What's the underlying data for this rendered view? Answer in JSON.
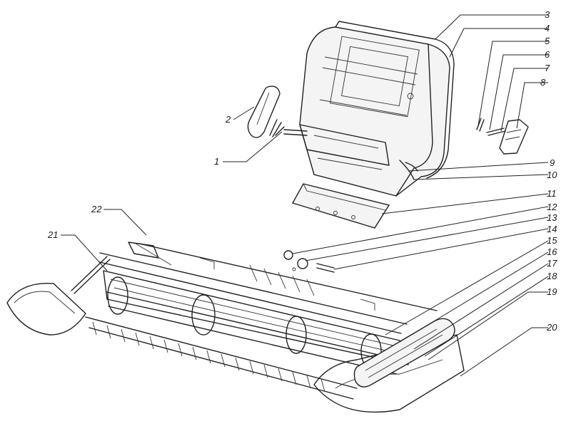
{
  "callouts": [
    "1",
    "2",
    "3",
    "4",
    "5",
    "6",
    "7",
    "8",
    "9",
    "10",
    "11",
    "12",
    "13",
    "14",
    "15",
    "16",
    "17",
    "18",
    "19",
    "20",
    "21",
    "22"
  ],
  "colors": {
    "ink": "#222222",
    "paper": "#ffffff"
  }
}
